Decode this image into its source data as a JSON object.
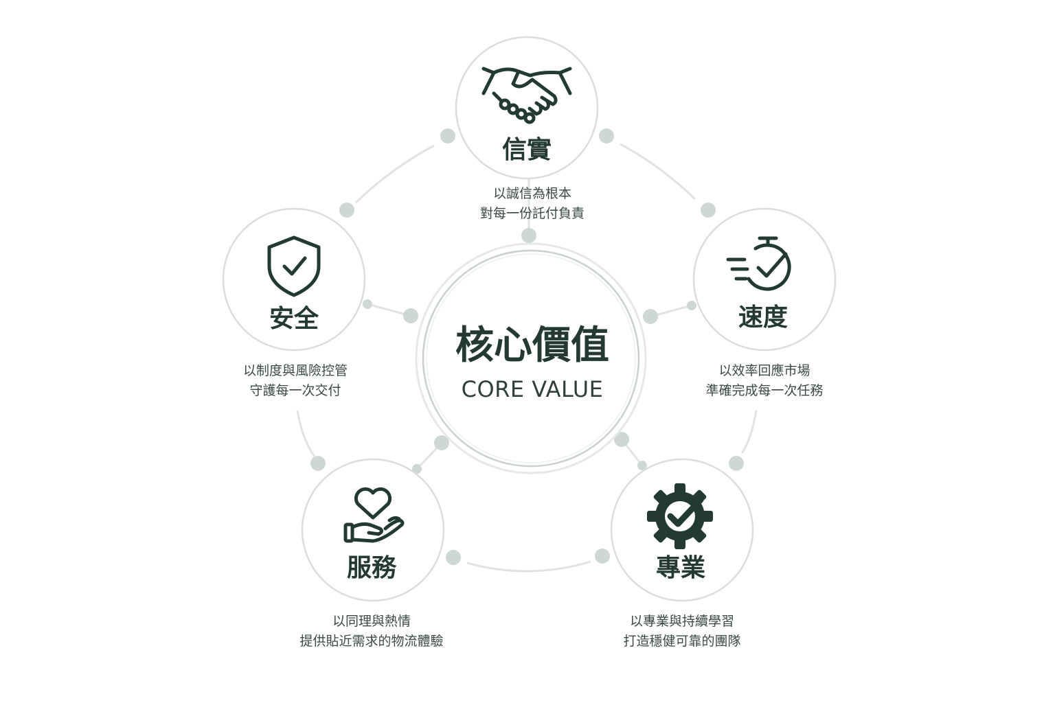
{
  "center": {
    "title": "核心價值",
    "subtitle": "CORE VALUE"
  },
  "values": [
    {
      "title": "信實",
      "icon": "handshake-icon",
      "desc_lines": [
        "以誠信為根本",
        "對每一份託付負責"
      ]
    },
    {
      "title": "速度",
      "icon": "stopwatch-check-icon",
      "desc_lines": [
        "以效率回應市場",
        "準確完成每一次任務"
      ]
    },
    {
      "title": "專業",
      "icon": "gear-check-icon",
      "desc_lines": [
        "以專業與持續學習",
        "打造穩健可靠的團隊"
      ]
    },
    {
      "title": "服務",
      "icon": "heart-hand-icon",
      "desc_lines": [
        "以同理與熱情",
        "提供貼近需求的物流體驗"
      ]
    },
    {
      "title": "安全",
      "icon": "shield-check-icon",
      "desc_lines": [
        "以制度與風險控管",
        "守護每一次交付"
      ]
    }
  ],
  "colors": {
    "primary": "#233a30",
    "ring": "#dfe3e1",
    "dot": "#ced8d3",
    "outline": "#d9dedb"
  }
}
